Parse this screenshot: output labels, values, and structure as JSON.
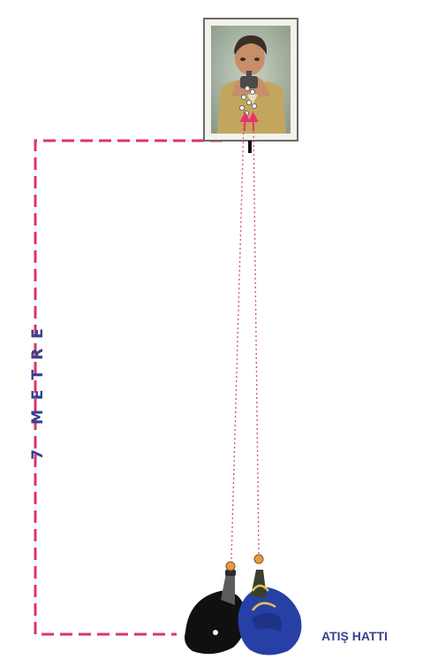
{
  "distance": {
    "label": "7 METRE",
    "line_color": "#d9356b"
  },
  "target": {
    "description": "target-photo",
    "frame_color": "#6d6a64",
    "hit_color": "#e8336e"
  },
  "shooter": {
    "body_primary": "#101010",
    "body_secondary": "#2740a6"
  },
  "shooting_line": {
    "label": "ATIŞ HATTI",
    "color": "#3b3f8e"
  },
  "trajectory": {
    "color": "#d4597e"
  }
}
